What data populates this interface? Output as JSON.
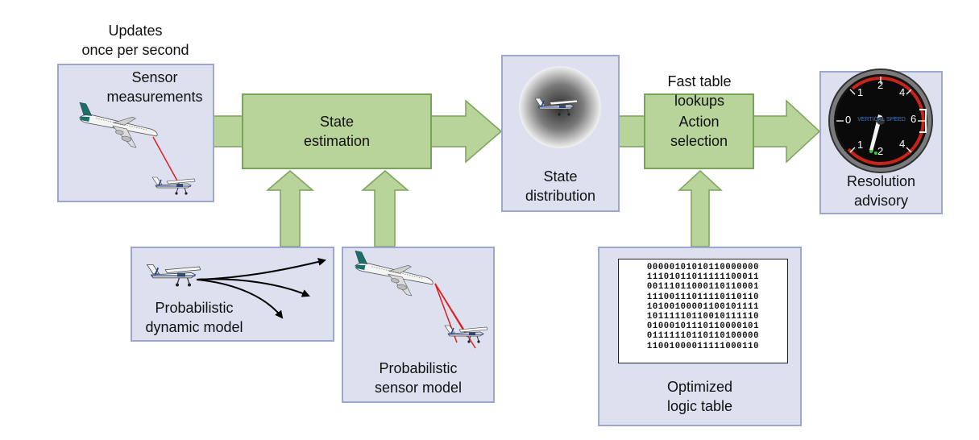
{
  "top_labels": {
    "updates_line1": "Updates",
    "updates_line2": "once per second",
    "fast_line1": "Fast table",
    "fast_line2": "lookups"
  },
  "sensor_box": {
    "line1": "Sensor",
    "line2": "measurements"
  },
  "state_estimation": {
    "line1": "State",
    "line2": "estimation"
  },
  "state_distribution": {
    "line1": "State",
    "line2": "distribution"
  },
  "action_selection": {
    "line1": "Action",
    "line2": "selection"
  },
  "resolution_advisory": {
    "line1": "Resolution",
    "line2": "advisory",
    "gauge_title": "VERTICAL SPEED",
    "gauge_numbers": [
      "1",
      "2",
      "4",
      "6",
      "4",
      "2",
      "1",
      "0"
    ]
  },
  "dynamic_model": {
    "line1": "Probabilistic",
    "line2": "dynamic model"
  },
  "sensor_model": {
    "line1": "Probabilistic",
    "line2": "sensor model"
  },
  "logic_table": {
    "line1": "Optimized",
    "line2": "logic table",
    "rows": [
      "00000101010110000000",
      "11101011011111100011",
      "00111011000110110001",
      "11100111011110110110",
      "10100100001100101111",
      "10111110110010111110",
      "01000101110110000101",
      "01111110110110100000",
      "11001000011111000110"
    ]
  },
  "colors": {
    "box_fill": "#dde0ef",
    "box_border": "#9ea6cf",
    "green_fill": "#b8d49b",
    "green_border": "#7aa35a",
    "sensor_line": "#e02020"
  }
}
